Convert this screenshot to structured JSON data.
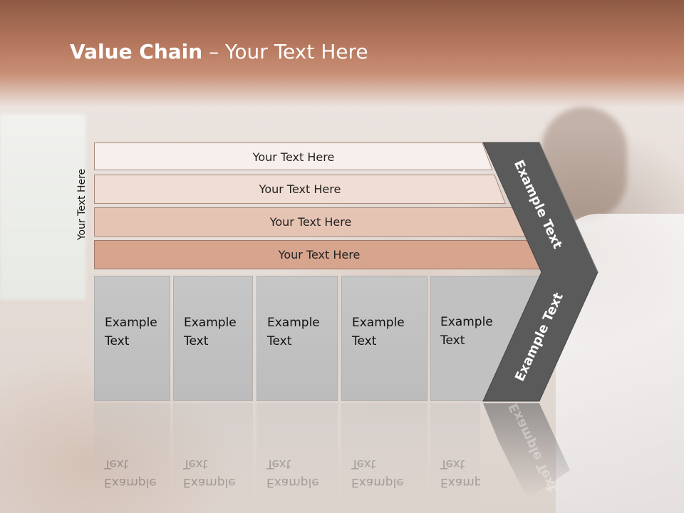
{
  "title": {
    "bold": "Value Chain",
    "rest": " – Your Text Here"
  },
  "side_label": "Your Text Here",
  "rows": [
    {
      "label": "Your Text Here",
      "color": "#f7efeb"
    },
    {
      "label": "Your Text Here",
      "color": "#f0ddd3"
    },
    {
      "label": "Your Text Here",
      "color": "#e6c4b3"
    },
    {
      "label": "Your Text Here",
      "color": "#d7a58e"
    }
  ],
  "boxes": [
    {
      "line1": "Example",
      "line2": "Text"
    },
    {
      "line1": "Example",
      "line2": "Text"
    },
    {
      "line1": "Example",
      "line2": "Text"
    },
    {
      "line1": "Example",
      "line2": "Text"
    },
    {
      "line1": "Example",
      "line2": "Text"
    }
  ],
  "chevron": {
    "upper_text": "Example Text",
    "lower_text": "Example Text",
    "color": "#5a5a5a"
  }
}
